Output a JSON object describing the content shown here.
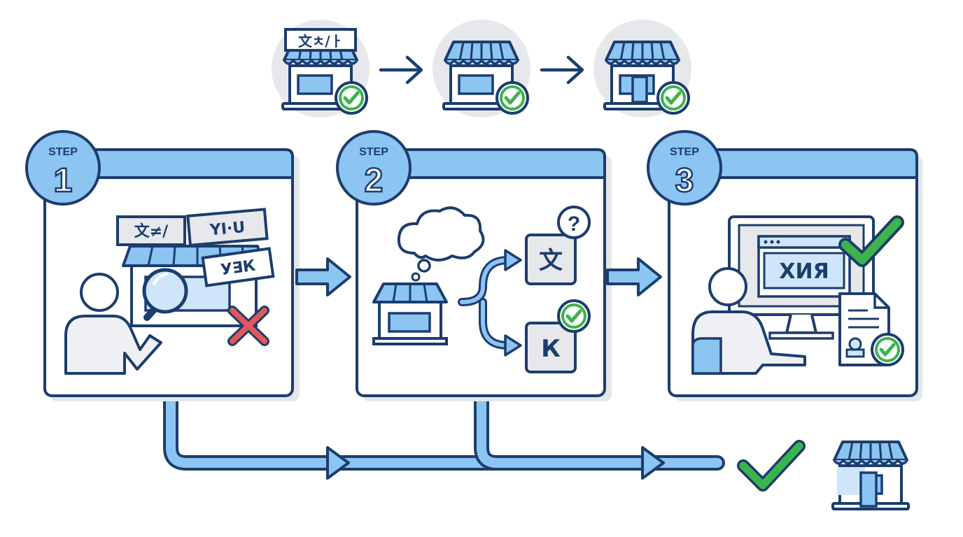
{
  "top_row": {
    "shop1_sign": "文ㅊ/ㅏ",
    "shop2_sign": "",
    "shop3_sign": ""
  },
  "steps": [
    {
      "label": "STEP",
      "number": "1",
      "signs": [
        "文≠/",
        "YI·U",
        "У∃К"
      ]
    },
    {
      "label": "STEP",
      "number": "2",
      "question_mark": "?",
      "option_a": "文",
      "option_b": "К"
    },
    {
      "label": "STEP",
      "number": "3",
      "screen_text": "ХИЯ"
    }
  ],
  "colors": {
    "outline": "#1c3d6e",
    "accent": "#8cc4f2",
    "accent_light": "#cfe6fa",
    "panel_bg": "#ffffff",
    "shadow": "#e3e6ea",
    "circle_bg": "#e6e8eb",
    "check_green": "#3cb44b",
    "cross_red": "#e0585a",
    "person_fill": "#eef0f3"
  },
  "icons": {
    "top": [
      "shop-icon",
      "arrow-right-icon",
      "shop-icon",
      "arrow-right-icon",
      "shop-icon",
      "check-badge-icon"
    ],
    "panel1": [
      "person-icon",
      "magnifier-icon",
      "cross-icon",
      "sign-icon"
    ],
    "panel2": [
      "thought-bubble-icon",
      "shop-icon",
      "branch-arrow-icon",
      "question-icon",
      "check-badge-icon"
    ],
    "panel3": [
      "monitor-icon",
      "person-icon",
      "document-icon",
      "stamp-icon",
      "check-icon"
    ],
    "bottom": [
      "flow-arrow-icon",
      "check-icon",
      "shop-icon"
    ]
  }
}
